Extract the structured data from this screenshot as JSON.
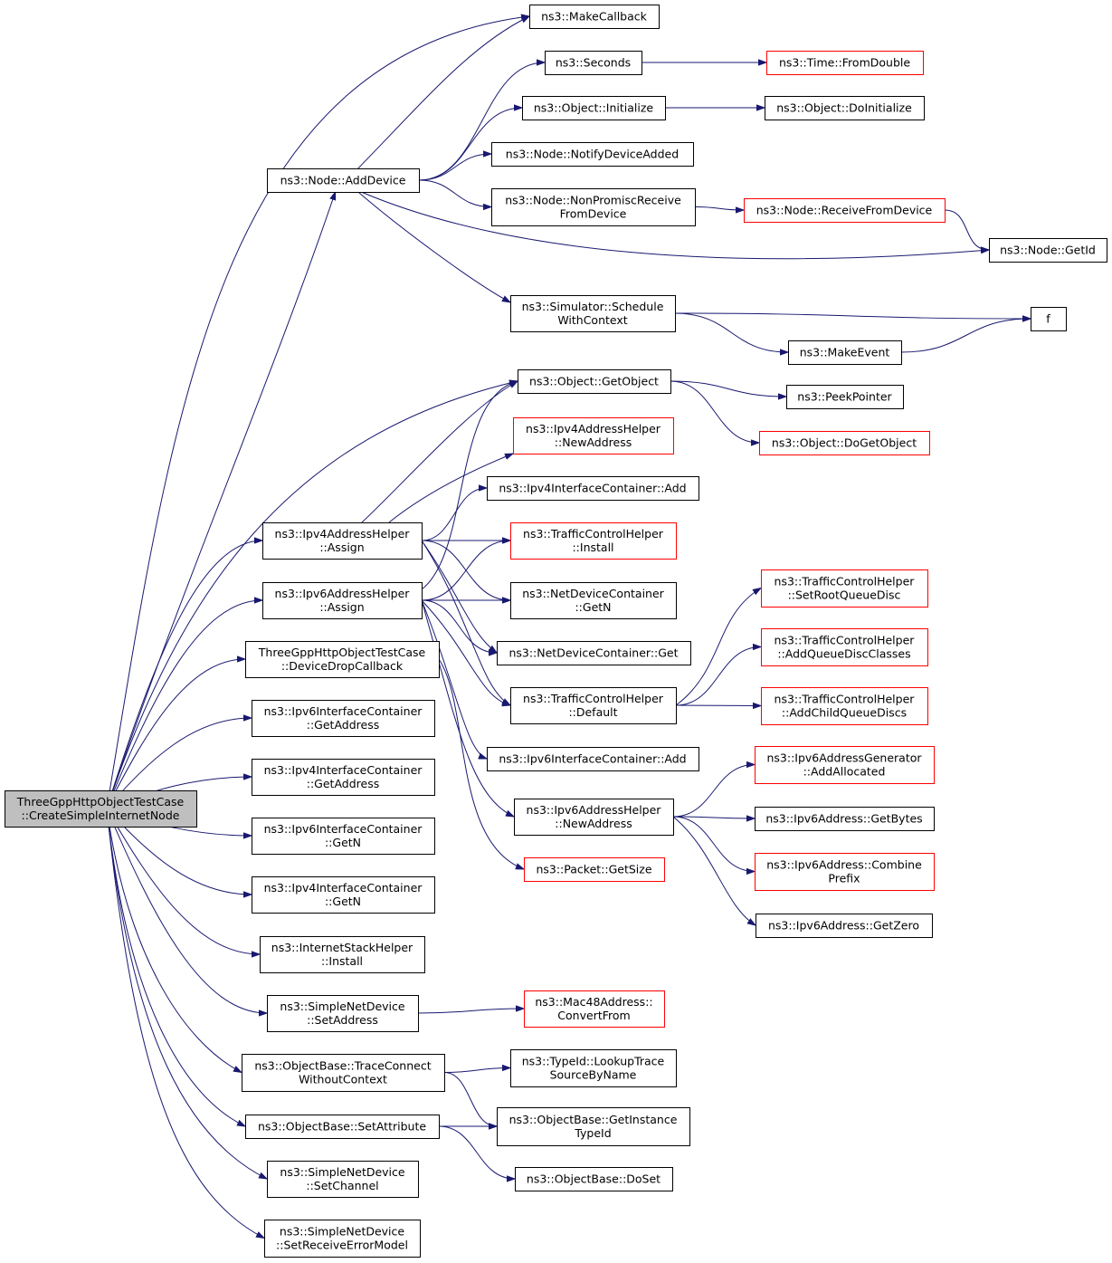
{
  "colors": {
    "edge": "#191970",
    "node_border": "#000000",
    "truncated_border": "#ff0000",
    "root_fill": "#bfbfbf"
  },
  "nodes": [
    {
      "id": "root",
      "lines": [
        "ThreeGppHttpObjectTestCase",
        "::CreateSimpleInternetNode"
      ],
      "style": "root"
    },
    {
      "id": "makecallback",
      "lines": [
        "ns3::MakeCallback"
      ],
      "style": "normal"
    },
    {
      "id": "seconds",
      "lines": [
        "ns3::Seconds"
      ],
      "style": "normal"
    },
    {
      "id": "fromdouble",
      "lines": [
        "ns3::Time::FromDouble"
      ],
      "style": "truncated"
    },
    {
      "id": "initialize",
      "lines": [
        "ns3::Object::Initialize"
      ],
      "style": "normal"
    },
    {
      "id": "doinitialize",
      "lines": [
        "ns3::Object::DoInitialize"
      ],
      "style": "normal"
    },
    {
      "id": "adddevice",
      "lines": [
        "ns3::Node::AddDevice"
      ],
      "style": "normal"
    },
    {
      "id": "notifydeviceadded",
      "lines": [
        "ns3::Node::NotifyDeviceAdded"
      ],
      "style": "normal"
    },
    {
      "id": "nonpromisc",
      "lines": [
        "ns3::Node::NonPromiscReceive",
        "FromDevice"
      ],
      "style": "normal"
    },
    {
      "id": "receivefromdevice",
      "lines": [
        "ns3::Node::ReceiveFromDevice"
      ],
      "style": "truncated"
    },
    {
      "id": "getid",
      "lines": [
        "ns3::Node::GetId"
      ],
      "style": "normal"
    },
    {
      "id": "schedulewithcontext",
      "lines": [
        "ns3::Simulator::Schedule",
        "WithContext"
      ],
      "style": "normal"
    },
    {
      "id": "f",
      "lines": [
        "f"
      ],
      "style": "normal"
    },
    {
      "id": "makeevent",
      "lines": [
        "ns3::MakeEvent"
      ],
      "style": "normal"
    },
    {
      "id": "getobject",
      "lines": [
        "ns3::Object::GetObject"
      ],
      "style": "normal"
    },
    {
      "id": "peekpointer",
      "lines": [
        "ns3::PeekPointer"
      ],
      "style": "normal"
    },
    {
      "id": "dogetobject",
      "lines": [
        "ns3::Object::DoGetObject"
      ],
      "style": "truncated"
    },
    {
      "id": "ipv4newaddress",
      "lines": [
        "ns3::Ipv4AddressHelper",
        "::NewAddress"
      ],
      "style": "truncated"
    },
    {
      "id": "ipv4icadd",
      "lines": [
        "ns3::Ipv4InterfaceContainer::Add"
      ],
      "style": "normal"
    },
    {
      "id": "ipv4assign",
      "lines": [
        "ns3::Ipv4AddressHelper",
        "::Assign"
      ],
      "style": "normal"
    },
    {
      "id": "tchinstall",
      "lines": [
        "ns3::TrafficControlHelper",
        "::Install"
      ],
      "style": "truncated"
    },
    {
      "id": "ipv6assign",
      "lines": [
        "ns3::Ipv6AddressHelper",
        "::Assign"
      ],
      "style": "normal"
    },
    {
      "id": "ndcgetn",
      "lines": [
        "ns3::NetDeviceContainer",
        "::GetN"
      ],
      "style": "normal"
    },
    {
      "id": "setrootqueuedisc",
      "lines": [
        "ns3::TrafficControlHelper",
        "::SetRootQueueDisc"
      ],
      "style": "truncated"
    },
    {
      "id": "devicedrop",
      "lines": [
        "ThreeGppHttpObjectTestCase",
        "::DeviceDropCallback"
      ],
      "style": "normal"
    },
    {
      "id": "ndcget",
      "lines": [
        "ns3::NetDeviceContainer::Get"
      ],
      "style": "normal"
    },
    {
      "id": "addqueuediscclasses",
      "lines": [
        "ns3::TrafficControlHelper",
        "::AddQueueDiscClasses"
      ],
      "style": "truncated"
    },
    {
      "id": "tchdefault",
      "lines": [
        "ns3::TrafficControlHelper",
        "::Default"
      ],
      "style": "normal"
    },
    {
      "id": "addchildqueuediscs",
      "lines": [
        "ns3::TrafficControlHelper",
        "::AddChildQueueDiscs"
      ],
      "style": "truncated"
    },
    {
      "id": "ipv6icgetaddress",
      "lines": [
        "ns3::Ipv6InterfaceContainer",
        "::GetAddress"
      ],
      "style": "normal"
    },
    {
      "id": "ipv6icadd",
      "lines": [
        "ns3::Ipv6InterfaceContainer::Add"
      ],
      "style": "normal"
    },
    {
      "id": "addallocated",
      "lines": [
        "ns3::Ipv6AddressGenerator",
        "::AddAllocated"
      ],
      "style": "truncated"
    },
    {
      "id": "ipv4icgetaddress",
      "lines": [
        "ns3::Ipv4InterfaceContainer",
        "::GetAddress"
      ],
      "style": "normal"
    },
    {
      "id": "ipv6newaddress",
      "lines": [
        "ns3::Ipv6AddressHelper",
        "::NewAddress"
      ],
      "style": "normal"
    },
    {
      "id": "getbytes",
      "lines": [
        "ns3::Ipv6Address::GetBytes"
      ],
      "style": "normal"
    },
    {
      "id": "ipv6icgetn",
      "lines": [
        "ns3::Ipv6InterfaceContainer",
        "::GetN"
      ],
      "style": "normal"
    },
    {
      "id": "combineprefix",
      "lines": [
        "ns3::Ipv6Address::Combine",
        "Prefix"
      ],
      "style": "truncated"
    },
    {
      "id": "packetgetsize",
      "lines": [
        "ns3::Packet::GetSize"
      ],
      "style": "truncated"
    },
    {
      "id": "ipv4icgetn",
      "lines": [
        "ns3::Ipv4InterfaceContainer",
        "::GetN"
      ],
      "style": "normal"
    },
    {
      "id": "getzero",
      "lines": [
        "ns3::Ipv6Address::GetZero"
      ],
      "style": "normal"
    },
    {
      "id": "ishinstall",
      "lines": [
        "ns3::InternetStackHelper",
        "::Install"
      ],
      "style": "normal"
    },
    {
      "id": "setaddress",
      "lines": [
        "ns3::SimpleNetDevice",
        "::SetAddress"
      ],
      "style": "normal"
    },
    {
      "id": "convertfrom",
      "lines": [
        "ns3::Mac48Address::",
        "ConvertFrom"
      ],
      "style": "truncated"
    },
    {
      "id": "traceconnect",
      "lines": [
        "ns3::ObjectBase::TraceConnect",
        "WithoutContext"
      ],
      "style": "normal"
    },
    {
      "id": "lookuptrace",
      "lines": [
        "ns3::TypeId::LookupTrace",
        "SourceByName"
      ],
      "style": "normal"
    },
    {
      "id": "setattribute",
      "lines": [
        "ns3::ObjectBase::SetAttribute"
      ],
      "style": "normal"
    },
    {
      "id": "getinstancetypeid",
      "lines": [
        "ns3::ObjectBase::GetInstance",
        "TypeId"
      ],
      "style": "normal"
    },
    {
      "id": "doset",
      "lines": [
        "ns3::ObjectBase::DoSet"
      ],
      "style": "normal"
    },
    {
      "id": "setchannel",
      "lines": [
        "ns3::SimpleNetDevice",
        "::SetChannel"
      ],
      "style": "normal"
    },
    {
      "id": "setreceiveerrormodel",
      "lines": [
        "ns3::SimpleNetDevice",
        "::SetReceiveErrorModel"
      ],
      "style": "normal"
    }
  ],
  "edges": [
    [
      "root",
      "makecallback"
    ],
    [
      "root",
      "adddevice"
    ],
    [
      "root",
      "getobject"
    ],
    [
      "root",
      "ipv4assign"
    ],
    [
      "root",
      "ipv6assign"
    ],
    [
      "root",
      "devicedrop"
    ],
    [
      "root",
      "ipv6icgetaddress"
    ],
    [
      "root",
      "ipv4icgetaddress"
    ],
    [
      "root",
      "ipv6icgetn"
    ],
    [
      "root",
      "ipv4icgetn"
    ],
    [
      "root",
      "ishinstall"
    ],
    [
      "root",
      "setaddress"
    ],
    [
      "root",
      "traceconnect"
    ],
    [
      "root",
      "setattribute"
    ],
    [
      "root",
      "setchannel"
    ],
    [
      "root",
      "setreceiveerrormodel"
    ],
    [
      "adddevice",
      "makecallback"
    ],
    [
      "adddevice",
      "seconds"
    ],
    [
      "adddevice",
      "initialize"
    ],
    [
      "adddevice",
      "notifydeviceadded"
    ],
    [
      "adddevice",
      "nonpromisc"
    ],
    [
      "adddevice",
      "getid"
    ],
    [
      "adddevice",
      "schedulewithcontext"
    ],
    [
      "seconds",
      "fromdouble"
    ],
    [
      "initialize",
      "doinitialize"
    ],
    [
      "nonpromisc",
      "receivefromdevice"
    ],
    [
      "receivefromdevice",
      "getid"
    ],
    [
      "schedulewithcontext",
      "f"
    ],
    [
      "schedulewithcontext",
      "makeevent"
    ],
    [
      "makeevent",
      "f"
    ],
    [
      "getobject",
      "peekpointer"
    ],
    [
      "getobject",
      "dogetobject"
    ],
    [
      "ipv4assign",
      "getobject"
    ],
    [
      "ipv4assign",
      "ipv4newaddress"
    ],
    [
      "ipv4assign",
      "ipv4icadd"
    ],
    [
      "ipv4assign",
      "tchinstall"
    ],
    [
      "ipv4assign",
      "ndcgetn"
    ],
    [
      "ipv4assign",
      "ndcget"
    ],
    [
      "ipv4assign",
      "tchdefault"
    ],
    [
      "ipv6assign",
      "getobject"
    ],
    [
      "ipv6assign",
      "tchinstall"
    ],
    [
      "ipv6assign",
      "ndcgetn"
    ],
    [
      "ipv6assign",
      "ndcget"
    ],
    [
      "ipv6assign",
      "tchdefault"
    ],
    [
      "ipv6assign",
      "ipv6icadd"
    ],
    [
      "ipv6assign",
      "ipv6newaddress"
    ],
    [
      "tchdefault",
      "setrootqueuedisc"
    ],
    [
      "tchdefault",
      "addqueuediscclasses"
    ],
    [
      "tchdefault",
      "addchildqueuediscs"
    ],
    [
      "devicedrop",
      "packetgetsize"
    ],
    [
      "ipv6newaddress",
      "addallocated"
    ],
    [
      "ipv6newaddress",
      "getbytes"
    ],
    [
      "ipv6newaddress",
      "combineprefix"
    ],
    [
      "ipv6newaddress",
      "getzero"
    ],
    [
      "setaddress",
      "convertfrom"
    ],
    [
      "traceconnect",
      "lookuptrace"
    ],
    [
      "traceconnect",
      "getinstancetypeid"
    ],
    [
      "setattribute",
      "getinstancetypeid"
    ],
    [
      "setattribute",
      "doset"
    ]
  ]
}
